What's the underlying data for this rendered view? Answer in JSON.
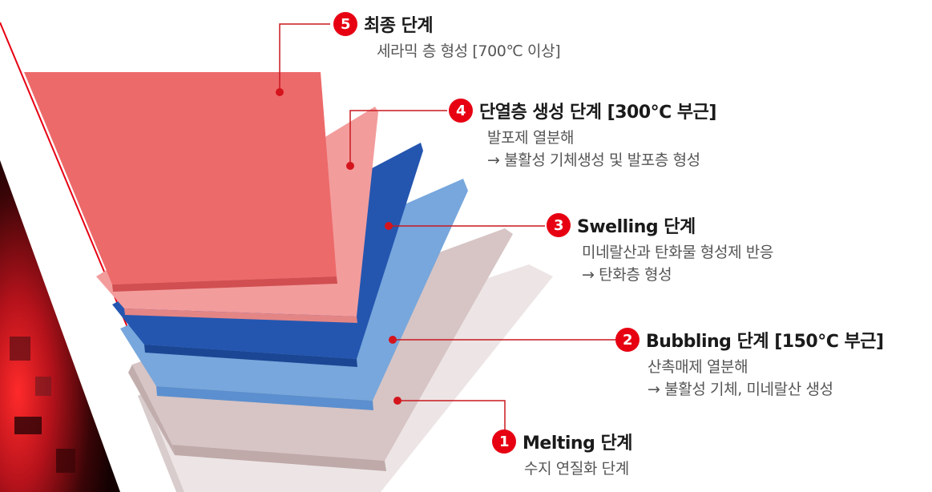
{
  "steps": [
    {
      "number": "5",
      "title": "최종 단계",
      "lines": [
        "세라믹 층 형성 [700℃ 이상]"
      ]
    },
    {
      "number": "4",
      "title": "단열층 생성 단계 [300℃ 부근]",
      "lines": [
        "발포제 열분해",
        "→ 불활성 기체생성 및 발포층 형성"
      ]
    },
    {
      "number": "3",
      "title": "Swelling 단계",
      "lines": [
        "미네랄산과 탄화물 형성제 반응",
        "→ 탄화층 형성"
      ]
    },
    {
      "number": "2",
      "title": "Bubbling 단계 [150℃ 부근]",
      "lines": [
        "산촉매제 열분해",
        "→ 불활성 기체, 미네랄산 생성"
      ]
    },
    {
      "number": "1",
      "title": "Melting 단계",
      "lines": [
        "수지 연질화 단계"
      ]
    }
  ],
  "colors": {
    "accent": "#e60012",
    "layer_1": "#ece3e3",
    "layer_2_top": "#d5c2c3",
    "layer_3": "#74a6dd",
    "layer_4": "#2357b2",
    "layer_5": "#f09b9b",
    "layer_6": "#ec6b6b",
    "connector": "#c8181f"
  }
}
